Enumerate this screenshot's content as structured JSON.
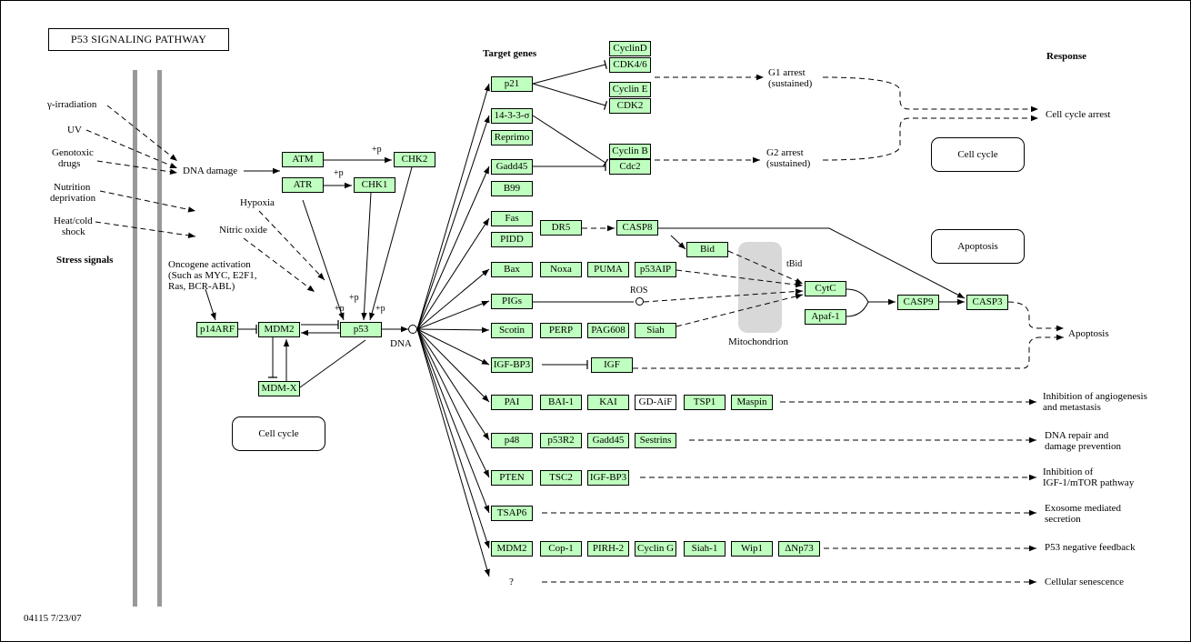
{
  "title": "P53 SIGNALING PATHWAY",
  "footer": "04115  7/23/07",
  "colors": {
    "gene_fill": "#bfffbf",
    "membrane": "#999999",
    "mitochondrion": "#d8d8d8"
  },
  "headers": {
    "target_genes": "Target genes",
    "response": "Response",
    "stress_signals": "Stress signals"
  },
  "stress": {
    "gamma": "γ-irradiation",
    "uv": "UV",
    "genotoxic_1": "Genotoxic",
    "genotoxic_2": "drugs",
    "nutrition_1": "Nutrition",
    "nutrition_2": "deprivation",
    "heat_1": "Heat/cold",
    "heat_2": "shock",
    "dna_damage": "DNA damage",
    "hypoxia": "Hypoxia",
    "nitric_oxide": "Nitric oxide",
    "onco_1": "Oncogene activation",
    "onco_2": "(Such as MYC, E2F1,",
    "onco_3": "Ras, BCR-ABL)"
  },
  "upstream": {
    "atm": "ATM",
    "atr": "ATR",
    "chk2": "CHK2",
    "chk1": "CHK1",
    "p14arf": "p14ARF",
    "mdm2": "MDM2",
    "p53": "p53",
    "mdmx": "MDM-X",
    "p_atm": "+p",
    "p_atr": "+p",
    "p_1": "+p",
    "p_2": "+p",
    "p_3": "+p",
    "dna": "DNA",
    "cell_cycle_box": "Cell cycle"
  },
  "targets": {
    "p21": "p21",
    "s1433": "14-3-3-σ",
    "reprimo": "Reprimo",
    "gadd45": "Gadd45",
    "b99": "B99",
    "fas": "Fas",
    "pidd": "PIDD",
    "dr5": "DR5",
    "casp8": "CASP8",
    "bid": "Bid",
    "bax": "Bax",
    "noxa": "Noxa",
    "puma": "PUMA",
    "p53aip": "p53AIP",
    "pigs": "PIGs",
    "scotin": "Scotin",
    "perp": "PERP",
    "pag608": "PAG608",
    "siah": "Siah",
    "igfbp3": "IGF-BP3",
    "igf": "IGF",
    "pai": "PAI",
    "bai1": "BAI-1",
    "kai": "KAI",
    "gdaif": "GD-AiF",
    "tsp1": "TSP1",
    "maspin": "Maspin",
    "p48": "p48",
    "p53r2": "p53R2",
    "gadd45b": "Gadd45",
    "sestrins": "Sestrins",
    "pten": "PTEN",
    "tsc2": "TSC2",
    "igfbp3b": "IGF-BP3",
    "tsap6": "TSAP6",
    "mdm2b": "MDM2",
    "cop1": "Cop-1",
    "pirh2": "PIRH-2",
    "cycling": "Cyclin G",
    "siah1": "Siah-1",
    "wip1": "Wip1",
    "dnp73": "ΔNp73",
    "unknown": "?"
  },
  "cellcycle_genes": {
    "cyclind": "CyclinD",
    "cdk46": "CDK4/6",
    "cycline": "Cyclin E",
    "cdk2": "CDK2",
    "cyclinb": "Cyclin B",
    "cdc2": "Cdc2"
  },
  "apoptosis_genes": {
    "cytc": "CytC",
    "apaf1": "Apaf-1",
    "casp9": "CASP9",
    "casp3": "CASP3",
    "tbid": "tBid",
    "ros": "ROS",
    "mitochondrion": "Mitochondrion"
  },
  "responses": {
    "g1_1": "G1 arrest",
    "g1_2": "(sustained)",
    "g2_1": "G2 arrest",
    "g2_2": "(sustained)",
    "cell_cycle_arrest": "Cell cycle arrest",
    "cell_cycle_box": "Cell cycle",
    "apoptosis_box": "Apoptosis",
    "apoptosis": "Apoptosis",
    "angio_1": "Inhibition of angiogenesis",
    "angio_2": "and metastasis",
    "dna_1": "DNA repair and",
    "dna_2": "damage prevention",
    "igf_1": "Inhibition of",
    "igf_2": "IGF-1/mTOR pathway",
    "exo_1": "Exosome mediated",
    "exo_2": "secretion",
    "feedback": "P53 negative feedback",
    "senescence": "Cellular senescence"
  }
}
